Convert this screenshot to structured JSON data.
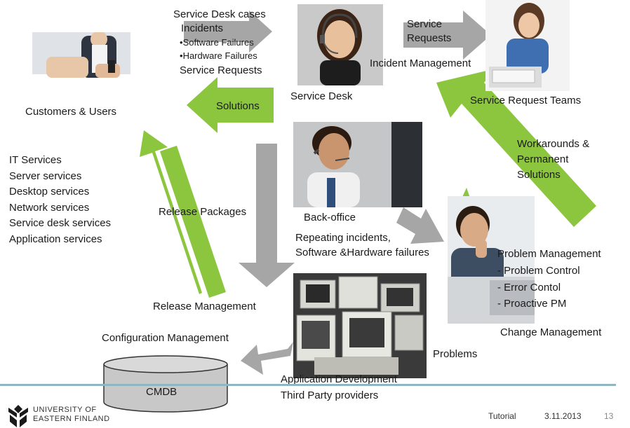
{
  "nodes": {
    "customers": "Customers & Users",
    "service_desk": "Service Desk",
    "service_request_teams": "Service Request Teams",
    "back_office": "Back-office"
  },
  "service_desk_cases": {
    "title": "Service Desk cases",
    "incidents": "Incidents",
    "software_failures": "Software Failures",
    "hardware_failures": "Hardware Failures",
    "service_requests": "Service Requests"
  },
  "arrow_labels": {
    "service_requests_line1": "Service",
    "service_requests_line2": "Requests",
    "incident_management": "Incident Management",
    "solutions": "Solutions",
    "workarounds_line1": "Workarounds &",
    "workarounds_line2": "Permanent",
    "workarounds_line3": "Solutions",
    "release_packages": "Release Packages",
    "repeating_line1": "Repeating incidents,",
    "repeating_line2": "Software &Hardware failures",
    "release_management": "Release Management",
    "configuration_management": "Configuration Management",
    "problems": "Problems",
    "change_management": "Change Management"
  },
  "it_services": [
    "IT Services",
    "Server services",
    "Desktop services",
    "Network services",
    "Service desk services",
    "Application services"
  ],
  "problem_management": {
    "title": "Problem Management",
    "items": [
      "- Problem Control",
      "- Error Contol",
      "- Proactive PM"
    ]
  },
  "cmdb": "CMDB",
  "providers": {
    "line1": "Application  Development",
    "line2": "Third Party  providers"
  },
  "footer": {
    "logo_line1": "UNIVERSITY OF",
    "logo_line2": "EASTERN FINLAND",
    "label": "Tutorial",
    "date": "3.11.2013",
    "page": "13"
  },
  "colors": {
    "green_arrow": "#8cc63f",
    "gray_arrow": "#a6a6a6",
    "cmdb_fill": "#c8c8c8",
    "footer_line": "#8fb7c2"
  }
}
